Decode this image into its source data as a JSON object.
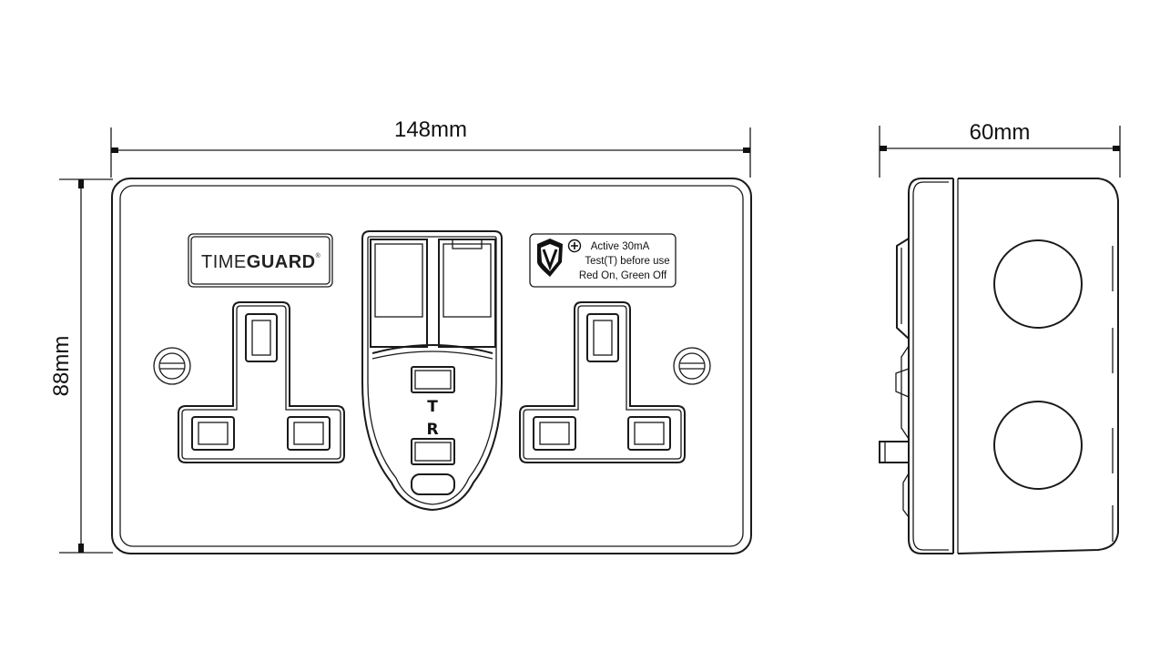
{
  "dimensions": {
    "width": "148mm",
    "height": "88mm",
    "depth": "60mm"
  },
  "front": {
    "brand_prefix": "TIME",
    "brand_suffix": "GUARD",
    "brand_mark": "®",
    "label_lines": [
      "Active 30mA",
      "Test(T) before use",
      "Red On, Green Off"
    ],
    "test_button": "T",
    "reset_button": "R"
  },
  "icons": {
    "shield": "shield-v-plus-icon"
  }
}
